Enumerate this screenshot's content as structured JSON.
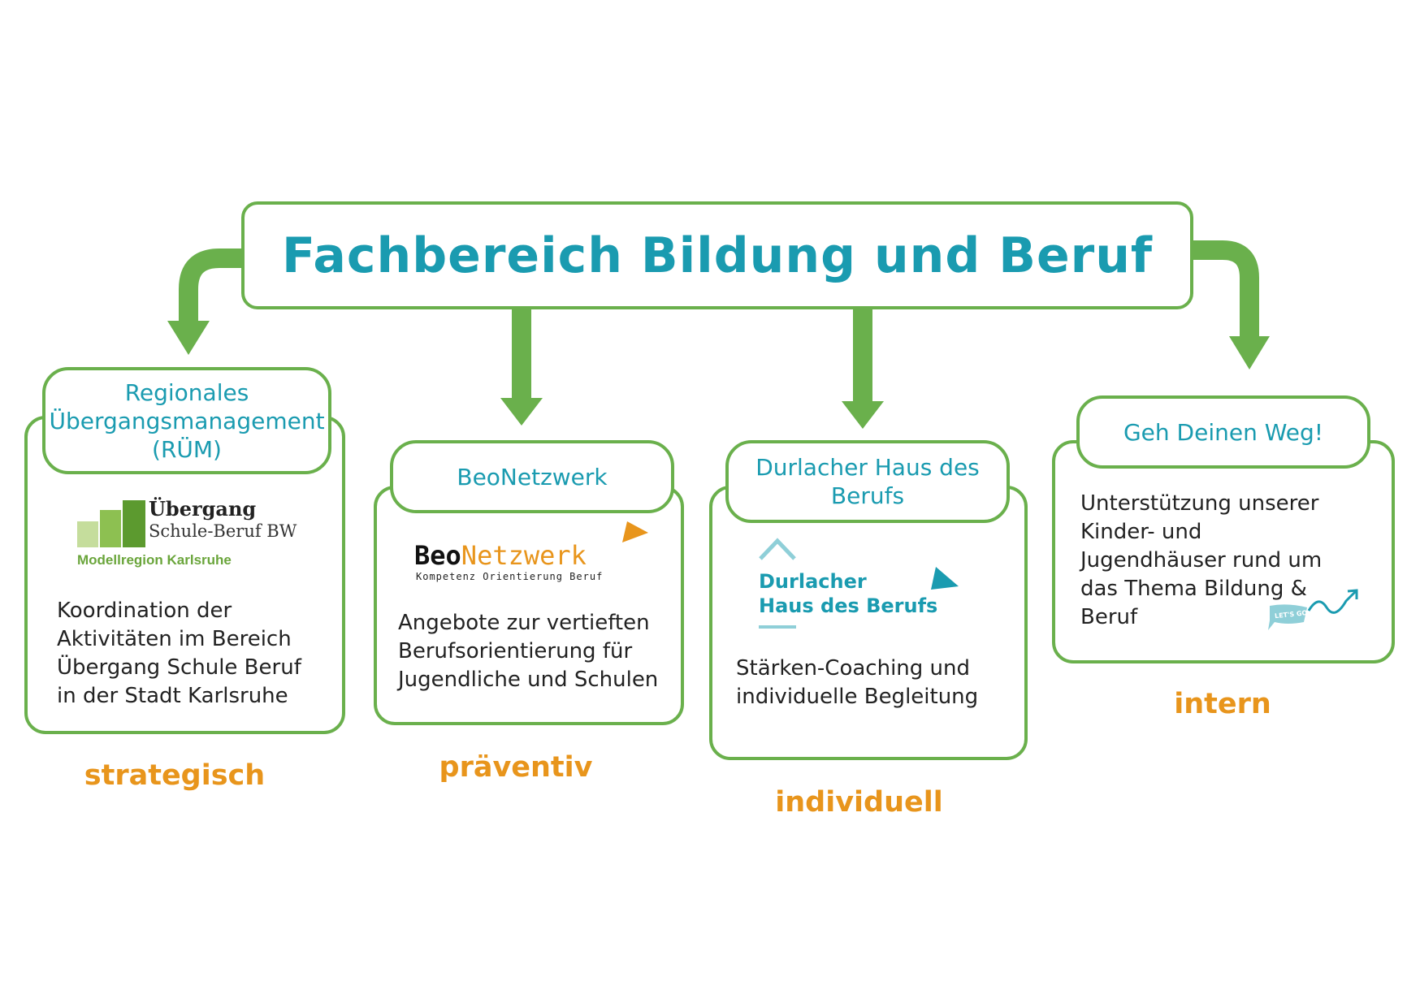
{
  "header": {
    "title": "Fachbereich Bildung und Beruf"
  },
  "colors": {
    "green": "#6ab04c",
    "teal": "#1a9bb0",
    "orange": "#e8951c",
    "text": "#222222"
  },
  "columns": [
    {
      "pill": "Regionales Übergangsmanagement (RÜM)",
      "logo": {
        "line1": "Übergang",
        "line2": "Schule-Beruf BW",
        "line3": "Modellregion Karlsruhe",
        "icon": "stacked-bars-logo-icon"
      },
      "description": "Koordination der Aktivitäten im Bereich Übergang Schule Beruf in der Stadt Karlsruhe",
      "category": "strategisch"
    },
    {
      "pill": "BeoNetzwerk",
      "logo": {
        "part1": "Beo",
        "part2": "Netzwerk",
        "tagline": "Kompetenz Orientierung Beruf",
        "icon": "orange-triangle-icon"
      },
      "description": "Angebote zur vertieften Berufsorientierung für Jugendliche und Schulen",
      "category": "präventiv"
    },
    {
      "pill": "Durlacher Haus des Berufs",
      "logo": {
        "line1": "Durlacher",
        "line2": "Haus des Berufs",
        "icon": "roof-chevron-icon"
      },
      "description": "Stärken-Coaching und individuelle Begleitung",
      "category": "individuell"
    },
    {
      "pill": "Geh Deinen Weg!",
      "logo": {
        "bubble": "LET'S GO!",
        "icon": "arrow-squiggle-icon"
      },
      "description": "Unterstützung unserer Kinder- und Jugendhäuser rund um das Thema Bildung & Beruf",
      "category": "intern"
    }
  ]
}
